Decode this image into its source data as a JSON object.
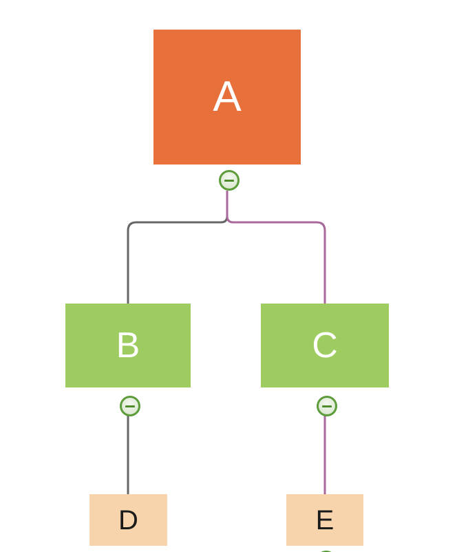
{
  "nodes": {
    "a": {
      "label": "A"
    },
    "b": {
      "label": "B"
    },
    "c": {
      "label": "C"
    },
    "d": {
      "label": "D"
    },
    "e": {
      "label": "E"
    }
  },
  "toggles": {
    "a": {
      "icon": "collapse-minus-icon",
      "state": "expanded"
    },
    "b": {
      "icon": "collapse-minus-icon",
      "state": "expanded"
    },
    "c": {
      "icon": "collapse-minus-icon",
      "state": "expanded"
    },
    "e": {
      "icon": "collapse-minus-icon",
      "state": "expanded"
    }
  },
  "colors": {
    "root_fill": "#e8703b",
    "main_fill": "#9fcc61",
    "sub_fill": "#f7d4ab",
    "link_left": "#666666",
    "link_right": "#a8689a",
    "toggle_border": "#5d9c3a"
  }
}
